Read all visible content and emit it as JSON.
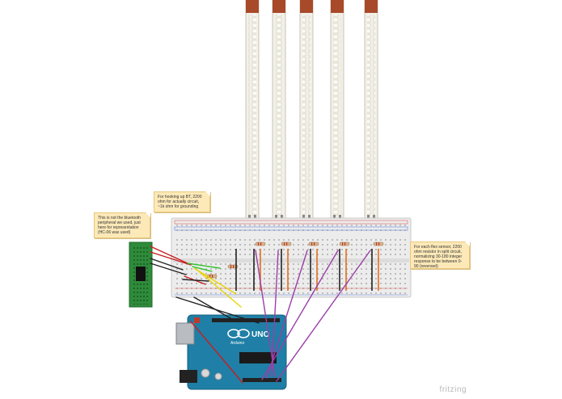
{
  "notes": {
    "bluetooth": "This is not the bluetooth peripheral we used, just here for representation (HC-06 was used)",
    "bt_circuit": "For hooking up BT, 2200 ohm for actually circuit, ~1k ohm for grounding",
    "flex_sensor": "For each flex sensor, 2200 ohm resistor in split circuit, normalizing 30-180 integer response to be between 0-90 (reversed)"
  },
  "arduino": {
    "brand": "UNO",
    "maker": "Arduino"
  },
  "watermark": "fritzing",
  "flex_sensors": {
    "count": 5
  },
  "colors": {
    "flex_body": "#f2f0e8",
    "flex_cap": "#a84a2a",
    "breadboard": "#e9e9e9",
    "arduino_board": "#1f7fa6",
    "bt_module": "#2e8b3a",
    "wire_red": "#c81e1e",
    "wire_black": "#222222",
    "wire_green": "#2cc32c",
    "wire_yellow": "#e8d400",
    "wire_purple": "#9b3fa8",
    "note_bg": "#fde9b8"
  },
  "icons": [
    "infinity-logo",
    "reset-button",
    "usb-port",
    "power-jack"
  ]
}
